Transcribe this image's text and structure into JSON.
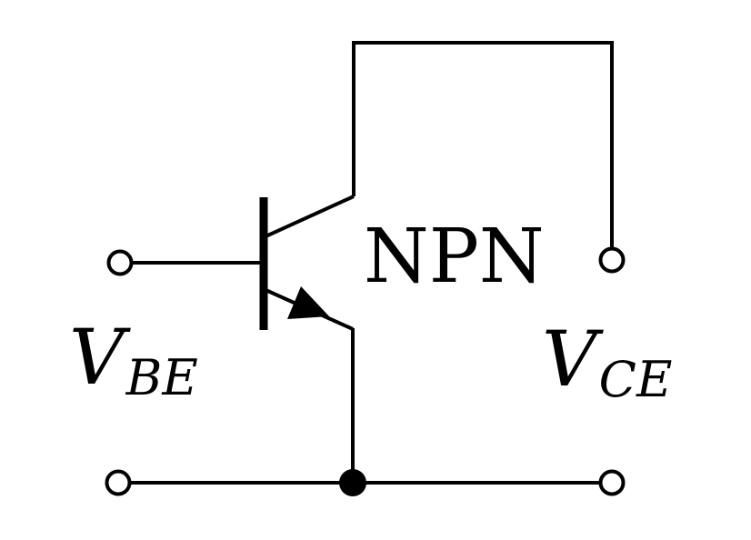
{
  "diagram": {
    "type_label": "NPN",
    "labels": {
      "vbe": {
        "symbol": "V",
        "subscript": "BE"
      },
      "vce": {
        "symbol": "V",
        "subscript": "CE"
      }
    },
    "colors": {
      "ink": "#000000",
      "background": "#ffffff"
    }
  }
}
